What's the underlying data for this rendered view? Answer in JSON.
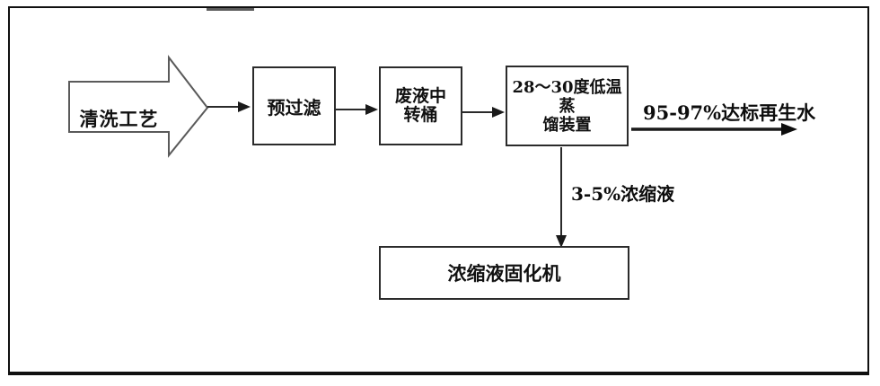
{
  "canvas": {
    "background": "#ffffff",
    "border_color": "#101010"
  },
  "flowchart": {
    "source": {
      "label": "清洗工艺",
      "shape": "block-arrow"
    },
    "nodes": {
      "prefilter": {
        "label": "预过滤"
      },
      "transfer_barrel": {
        "line1": "废液中",
        "line2": "转桶"
      },
      "distiller": {
        "line1": "28～30度低温蒸",
        "line2": "馏装置"
      },
      "solidifier": {
        "label": "浓缩液固化机"
      }
    },
    "flow_labels": {
      "regenerated_water": "95-97%达标再生水",
      "concentrate": "3-5%浓缩液"
    },
    "colors": {
      "connector_line": "#2a2a2a",
      "box_border": "#2b2b2b",
      "block_arrow_outline": "#5a5a5a"
    }
  }
}
